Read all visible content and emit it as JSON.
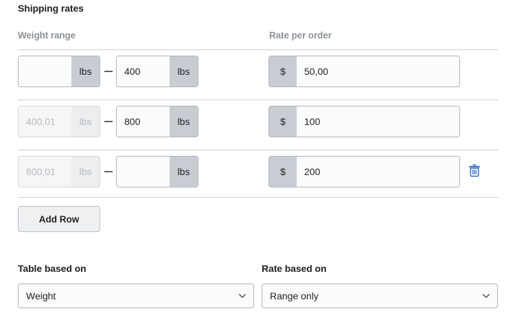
{
  "section": {
    "title": "Shipping rates"
  },
  "columns": {
    "weight_range": "Weight range",
    "rate_per_order": "Rate per order"
  },
  "rows": [
    {
      "from": {
        "value": "",
        "unit": "lbs",
        "disabled": false
      },
      "to": {
        "value": "400",
        "unit": "lbs",
        "disabled": false
      },
      "rate": {
        "currency": "$",
        "value": "50,00"
      },
      "separator": "—",
      "has_delete": false
    },
    {
      "from": {
        "value": "400,01",
        "unit": "lbs",
        "disabled": true
      },
      "to": {
        "value": "800",
        "unit": "lbs",
        "disabled": false
      },
      "rate": {
        "currency": "$",
        "value": "100"
      },
      "separator": "—",
      "has_delete": false
    },
    {
      "from": {
        "value": "800,01",
        "unit": "lbs",
        "disabled": true
      },
      "to": {
        "value": "",
        "unit": "lbs",
        "disabled": false
      },
      "rate": {
        "currency": "$",
        "value": "200"
      },
      "separator": "—",
      "has_delete": true
    }
  ],
  "actions": {
    "add_row_label": "Add Row",
    "delete_icon": "trash-icon"
  },
  "settings": {
    "table_based_on": {
      "label": "Table based on",
      "selected": "Weight"
    },
    "rate_based_on": {
      "label": "Rate based on",
      "selected": "Range only"
    }
  },
  "colors": {
    "accent": "#2c6ecb",
    "text": "#202223",
    "muted_text": "#8c9196",
    "disabled_text": "#b5b9be",
    "border": "#aeb4bb",
    "divider": "#c9cdd3",
    "addon_bg": "#c9cdd3",
    "field_bg": "#fafbfb",
    "button_bg": "#eef0f2"
  }
}
